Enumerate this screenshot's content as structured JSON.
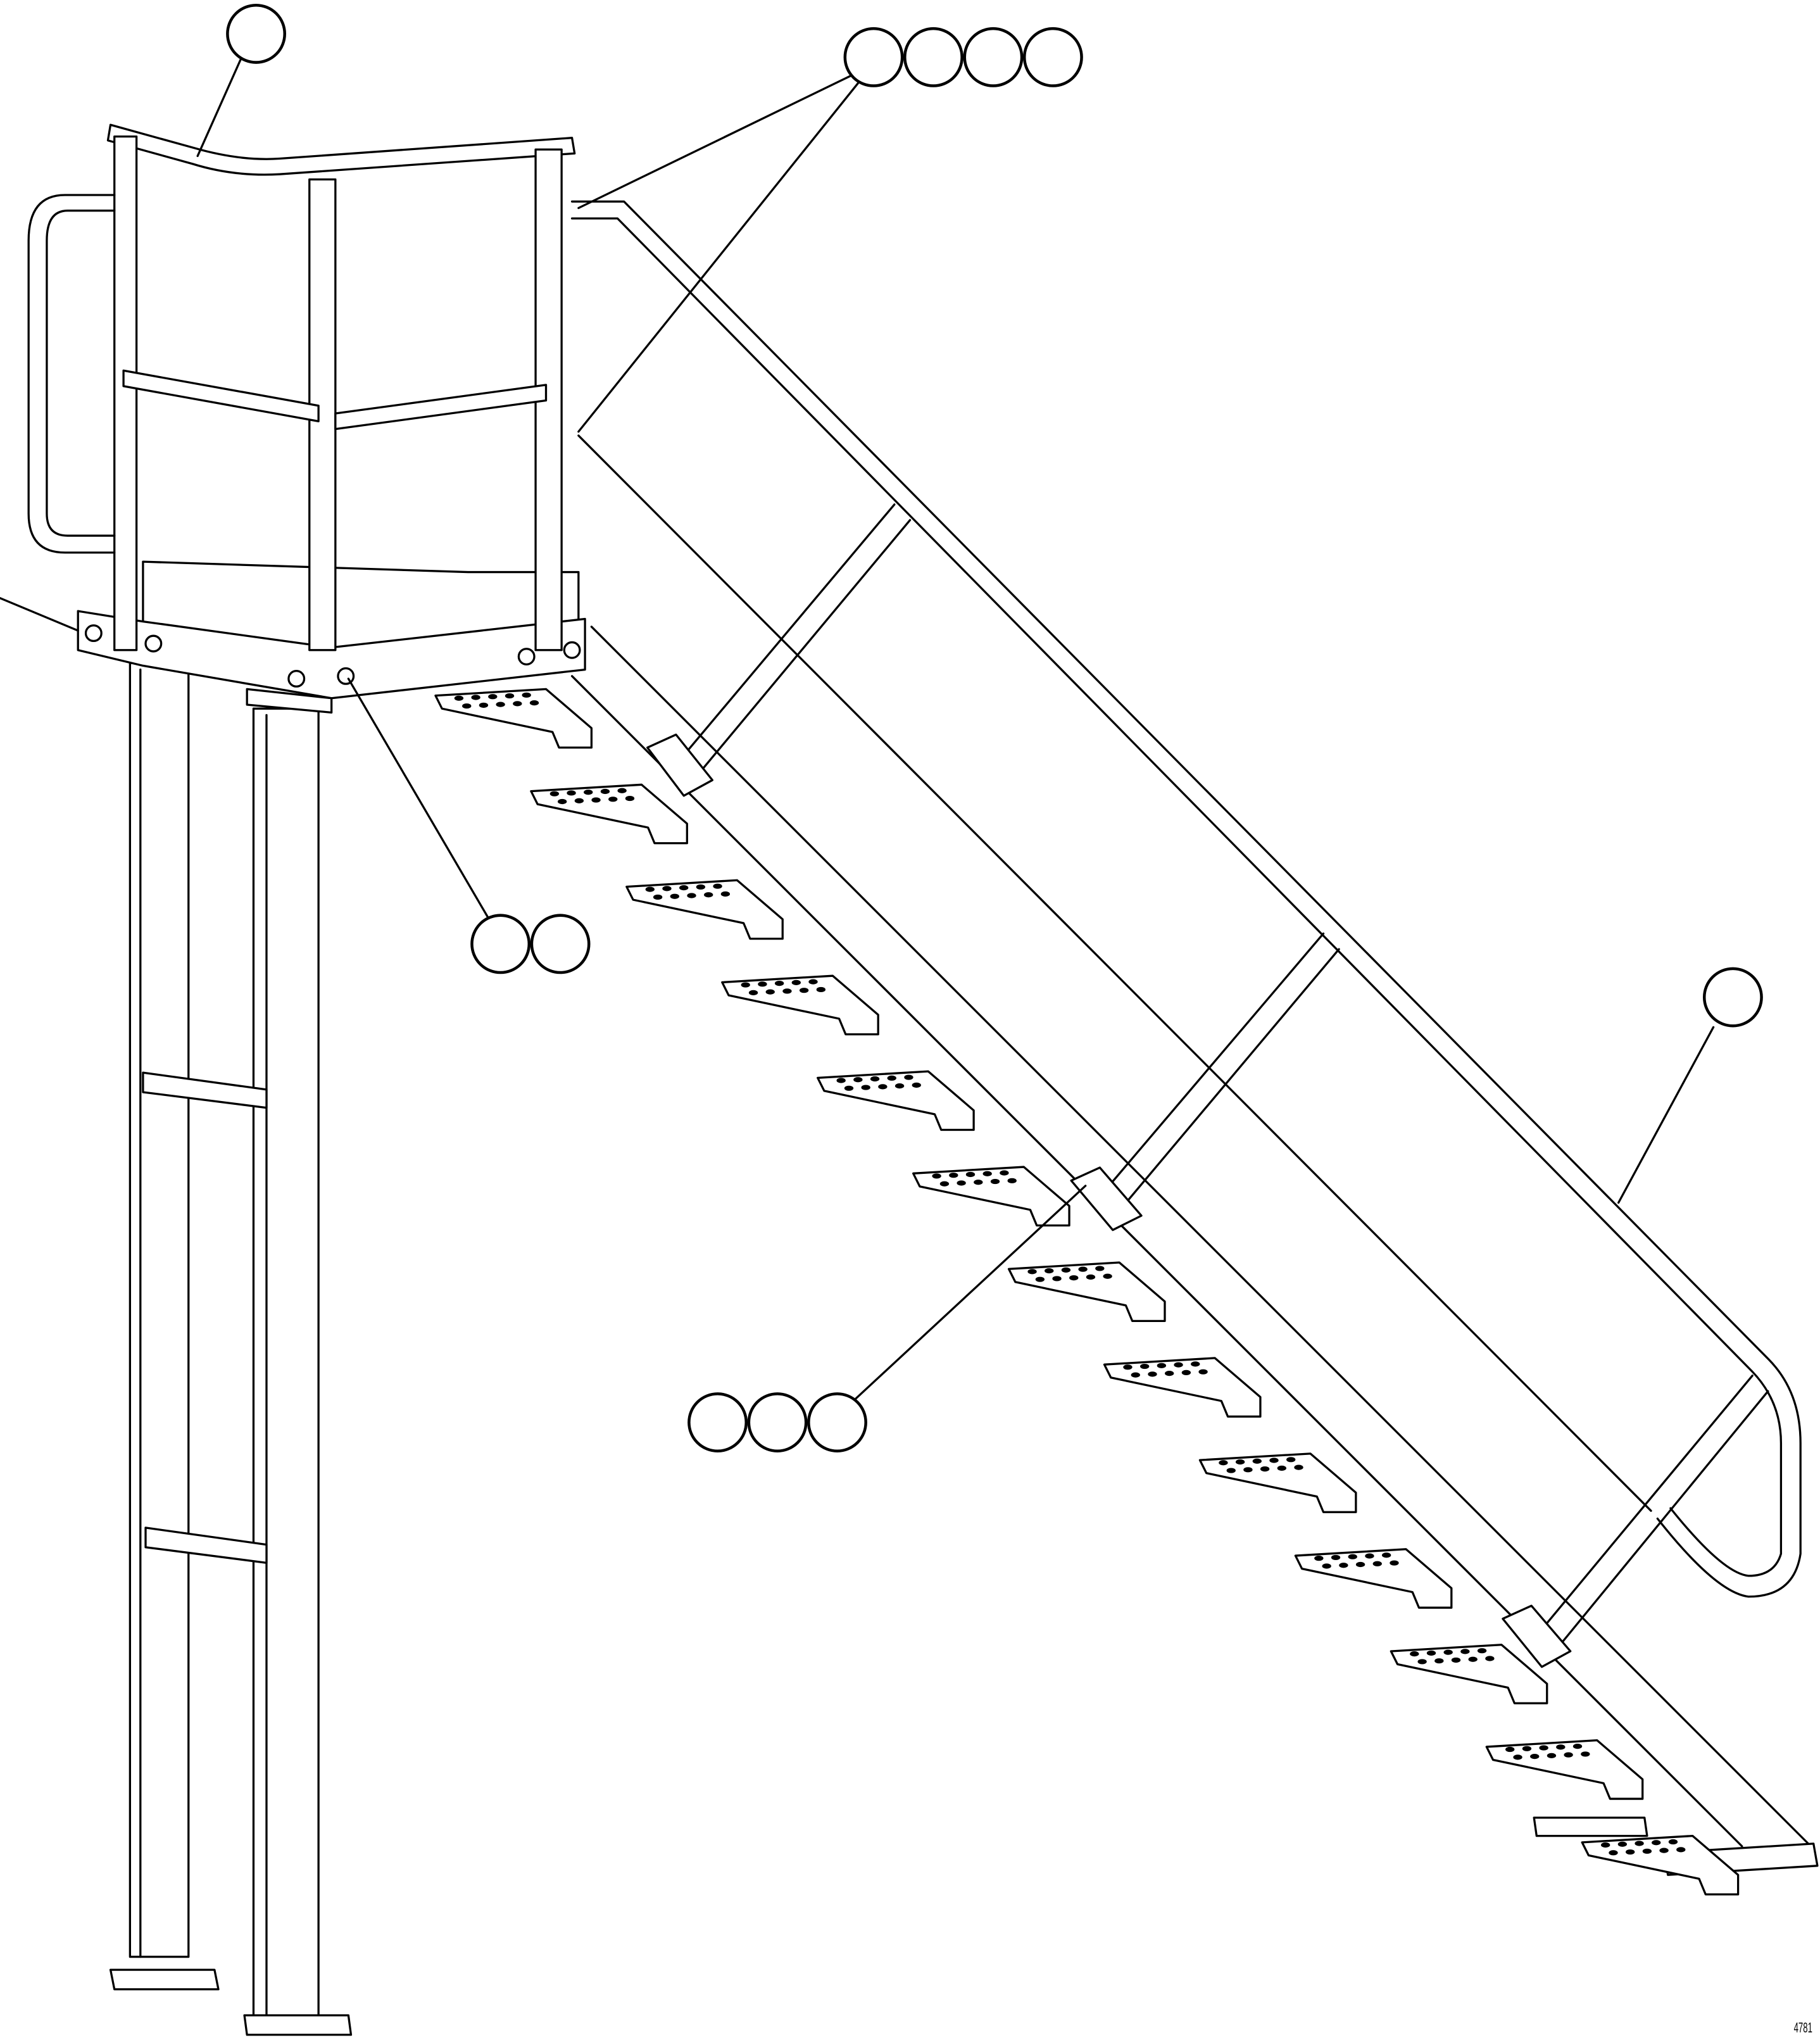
{
  "drawing": {
    "subject": "stair-with-platform-and-ladder-legs",
    "drawing_number": "4781",
    "line_color": "#000000",
    "background": "#ffffff",
    "callout_groups": [
      {
        "name": "callout-guardrail",
        "count": 1
      },
      {
        "name": "callout-rail-clamps",
        "count": 4
      },
      {
        "name": "callout-platform-bolt",
        "count": 2
      },
      {
        "name": "callout-brace-bolt",
        "count": 3
      },
      {
        "name": "callout-handrail",
        "count": 1
      }
    ],
    "step_count": 13
  }
}
